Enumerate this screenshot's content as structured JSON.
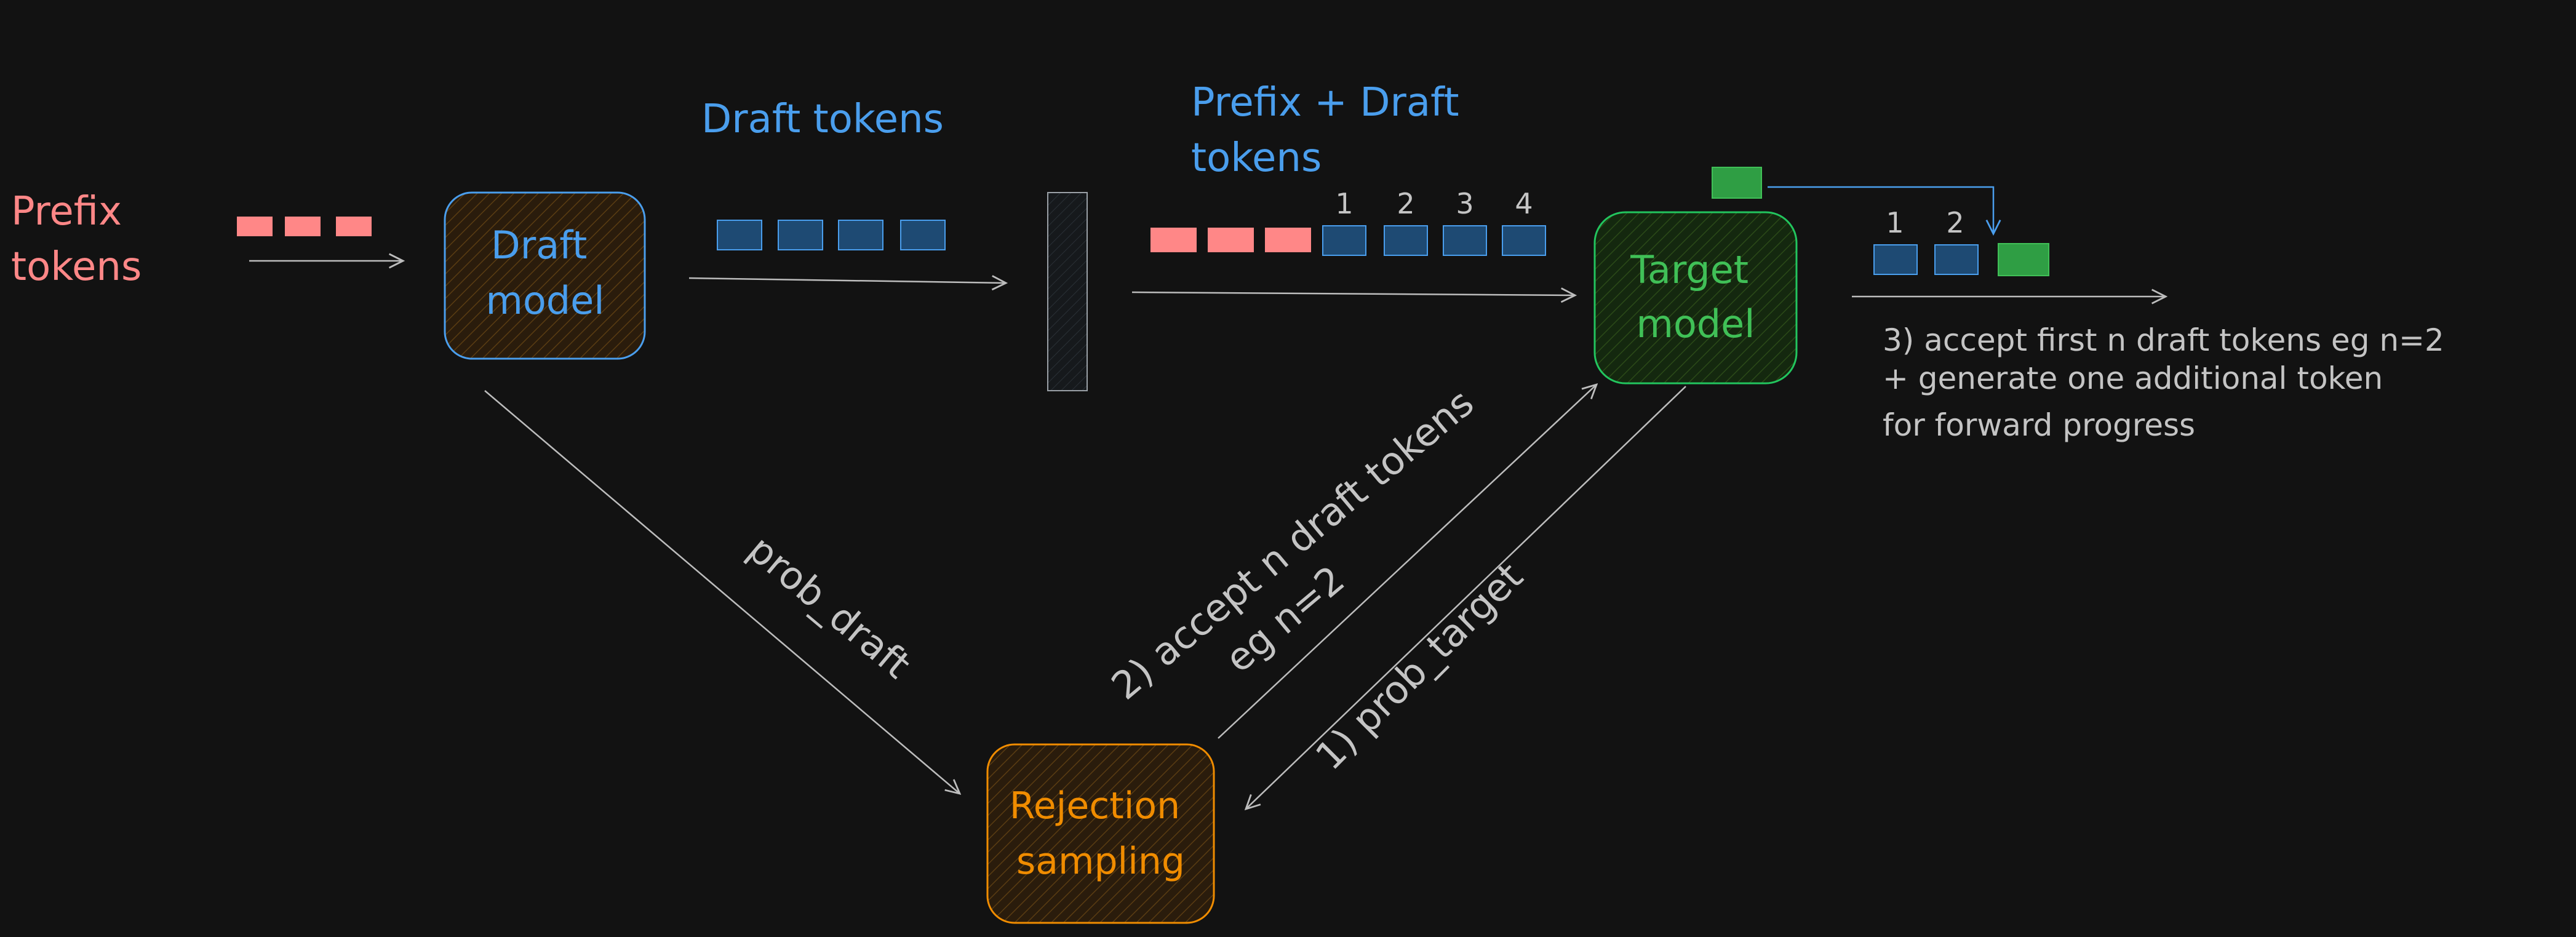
{
  "colors": {
    "background": "#121212",
    "prefix": "#ff8787",
    "draft": "#4a9eed",
    "draft_token_fill": "#1e4a73",
    "target": "#22c55e",
    "target_text": "#40c057",
    "rejection": "#f08c00",
    "generated_token": "#2f9e44",
    "line": "#bdbdbd",
    "annotation": "#c4c4c4"
  },
  "labels": {
    "prefix_tokens": [
      "Prefix",
      "tokens"
    ],
    "draft_model": [
      "Draft",
      "model"
    ],
    "draft_tokens": "Draft tokens",
    "prefix_draft_tokens": [
      "Prefix + Draft",
      "tokens"
    ],
    "target_model": [
      "Target",
      "model"
    ],
    "rejection_sampling": [
      "Rejection",
      "sampling"
    ],
    "prob_draft": "prob_draft",
    "accept_step": [
      "2) accept n draft tokens",
      "eg n=2"
    ],
    "prob_target": "1) prob_target",
    "result": [
      "3) accept first n draft tokens eg n=2",
      "+ generate one additional token",
      "for forward progress"
    ]
  },
  "token_numbers": {
    "draft_positions": [
      "1",
      "2",
      "3",
      "4"
    ],
    "accepted_positions": [
      "1",
      "2"
    ]
  }
}
